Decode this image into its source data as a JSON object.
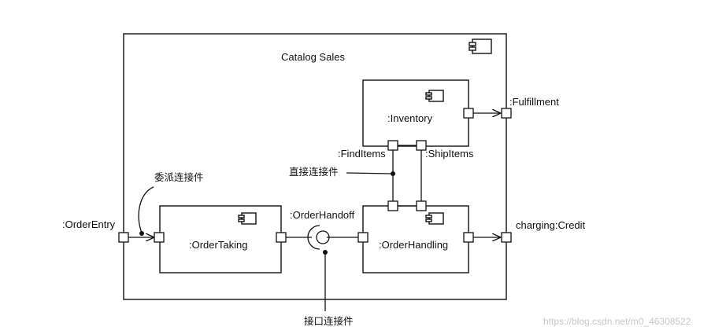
{
  "outer_component": {
    "name": "Catalog Sales"
  },
  "components": {
    "inventory": {
      "name": ":Inventory"
    },
    "order_taking": {
      "name": ":OrderTaking"
    },
    "order_handling": {
      "name": ":OrderHandling"
    }
  },
  "ports": {
    "order_entry": ":OrderEntry",
    "fulfillment": ":Fulfillment",
    "charging_credit": "charging:Credit",
    "find_items": ":FindItems",
    "ship_items": ":ShipItems",
    "order_handoff": ":OrderHandoff"
  },
  "annotations": {
    "delegation_connector": "委派连接件",
    "direct_connector": "直接连接件",
    "interface_connector": "接口连接件"
  },
  "icons": {
    "component": "component-icon"
  },
  "watermark": "https://blog.csdn.net/m0_46308522"
}
